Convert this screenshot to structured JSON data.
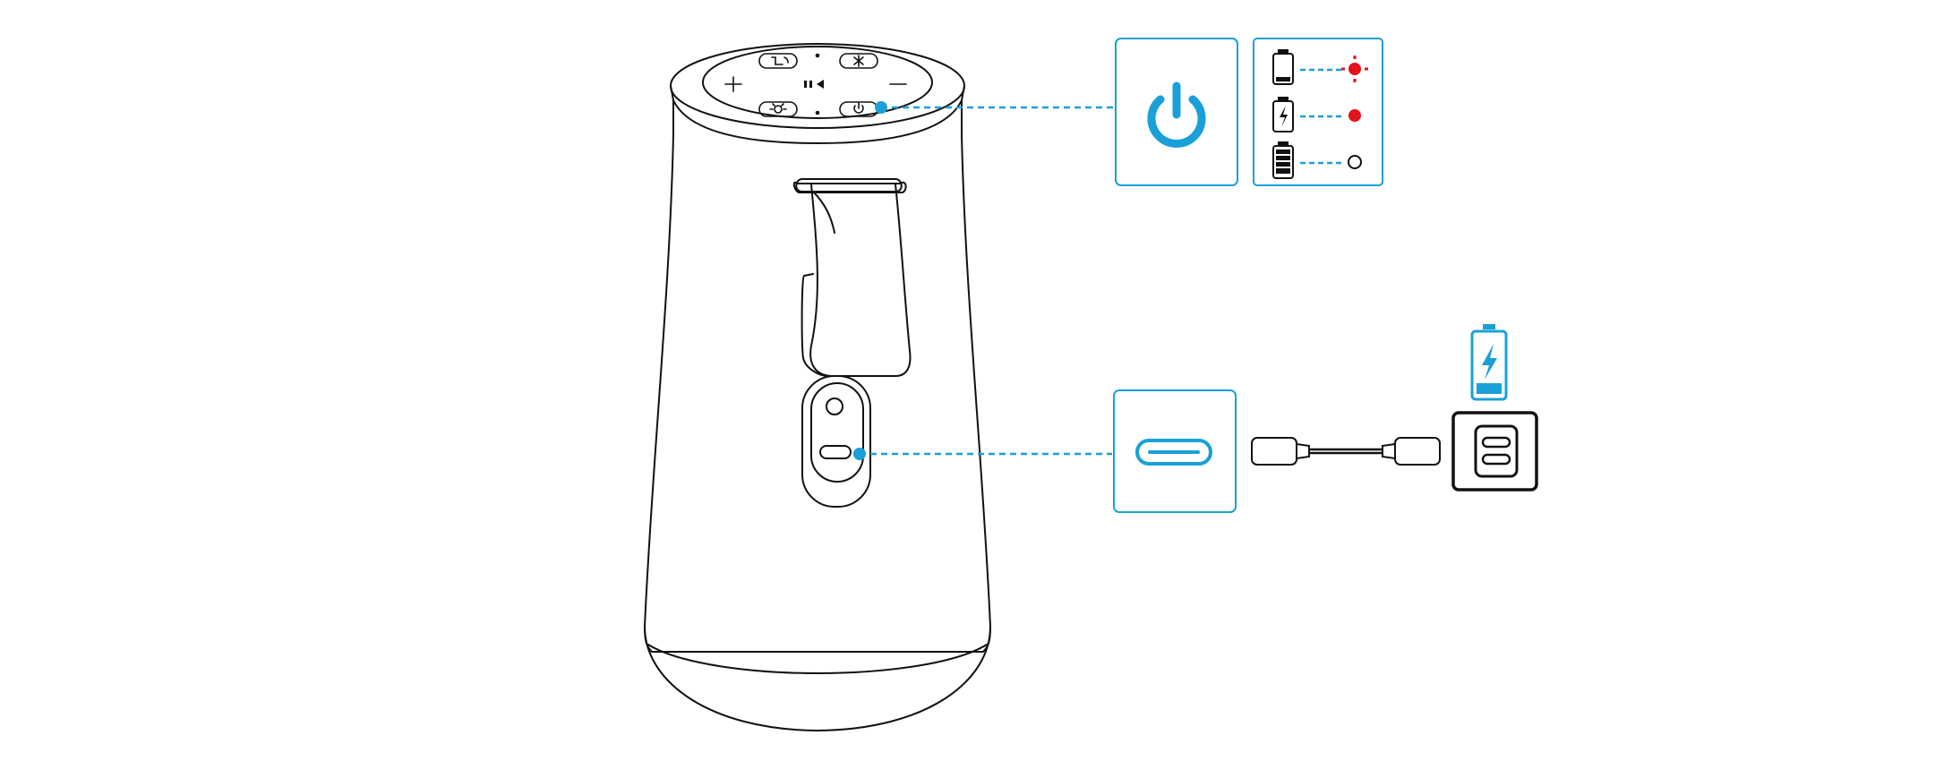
{
  "colors": {
    "line": "#111111",
    "accent": "#1aa0d8",
    "red": "#e3121b",
    "background": "#ffffff"
  },
  "speaker": {
    "top_panel": {
      "buttons": [
        {
          "name": "voice-assistant-button",
          "icon": "phone-voice-icon"
        },
        {
          "name": "bluetooth-button",
          "icon": "bluetooth-icon"
        },
        {
          "name": "volume-up-button",
          "glyph": "+"
        },
        {
          "name": "play-pause-button",
          "glyph": "II◀"
        },
        {
          "name": "volume-down-button",
          "glyph": "—"
        },
        {
          "name": "light-mode-button",
          "icon": "light-icon"
        },
        {
          "name": "power-button",
          "icon": "power-icon"
        }
      ]
    },
    "ports": [
      "usb-c-port"
    ]
  },
  "callouts": {
    "power": {
      "icon": "power-icon"
    },
    "battery_status": [
      {
        "level": "low",
        "icon": "battery-low-icon",
        "indicator": "red-flashing"
      },
      {
        "level": "charging",
        "icon": "battery-charging-icon",
        "indicator": "red-solid"
      },
      {
        "level": "full",
        "icon": "battery-full-icon",
        "indicator": "off"
      }
    ],
    "usb_c": {
      "icon": "usb-c-port-icon"
    },
    "charging": {
      "cable": "usb-c-cable",
      "adapter": "usb-c-adapter",
      "battery_icon": "battery-charging-icon"
    }
  }
}
